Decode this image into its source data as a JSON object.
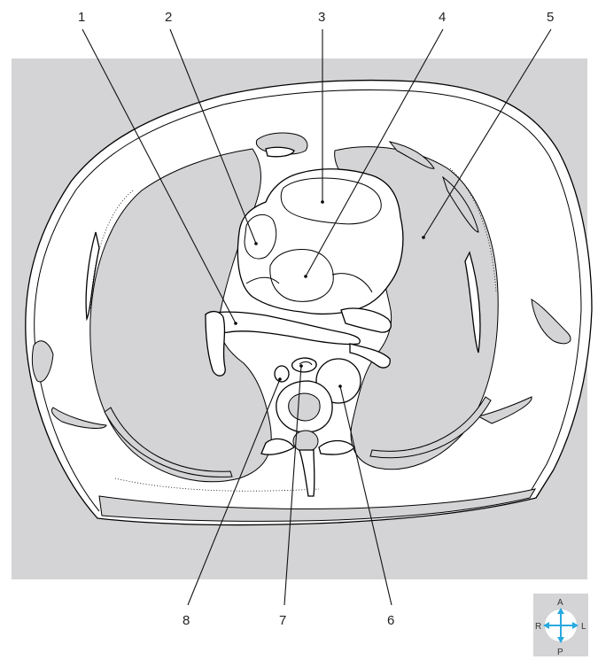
{
  "labels": {
    "l1": "1",
    "l2": "2",
    "l3": "3",
    "l4": "4",
    "l5": "5",
    "l6": "6",
    "l7": "7",
    "l8": "8"
  },
  "orientation": {
    "anterior": "A",
    "posterior": "P",
    "right": "R",
    "left": "L",
    "arrow_color": "#29a9e0"
  },
  "colors": {
    "background_panel": "#d4d4d6",
    "tissue": "#ffffff",
    "outline": "#000000"
  }
}
